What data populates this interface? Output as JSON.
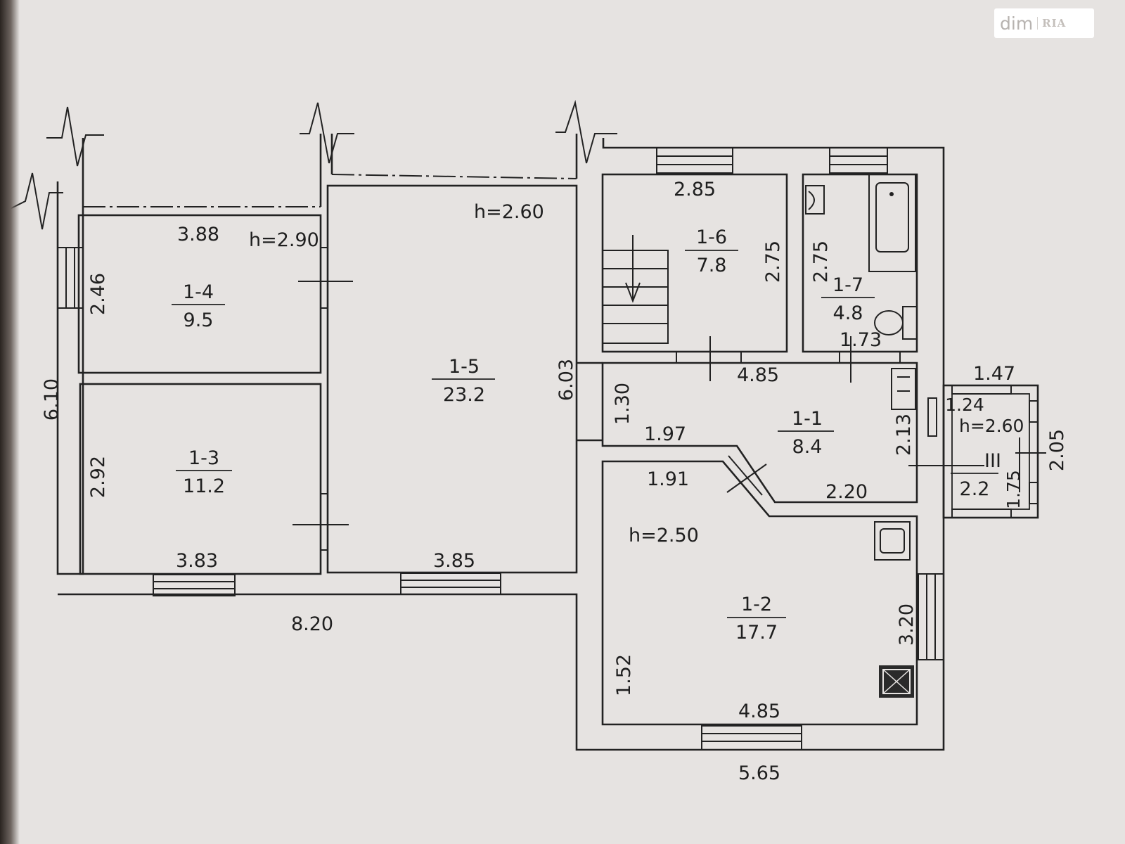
{
  "watermark": {
    "brand": "dim",
    "mark": "RIA"
  },
  "rooms": [
    {
      "id": "1-4",
      "area": "9.5"
    },
    {
      "id": "1-3",
      "area": "11.2"
    },
    {
      "id": "1-5",
      "area": "23.2"
    },
    {
      "id": "1-6",
      "area": "7.8"
    },
    {
      "id": "1-7",
      "area": "4.8"
    },
    {
      "id": "1-1",
      "area": "8.4"
    },
    {
      "id": "1-2",
      "area": "17.7"
    },
    {
      "id": "III",
      "area": "2.2"
    }
  ],
  "heights": [
    "h=2.90",
    "h=2.60",
    "h=2.60",
    "h=2.50"
  ],
  "dimensions": [
    "3.88",
    "2.46",
    "6.10",
    "2.92",
    "3.83",
    "3.85",
    "8.20",
    "6.03",
    "2.85",
    "2.75",
    "2.75",
    "1.73",
    "4.85",
    "1.30",
    "1.97",
    "1.91",
    "2.20",
    "2.13",
    "1.47",
    "1.24",
    "2.05",
    "1.75",
    "3.20",
    "1.52",
    "4.85",
    "5.65"
  ]
}
